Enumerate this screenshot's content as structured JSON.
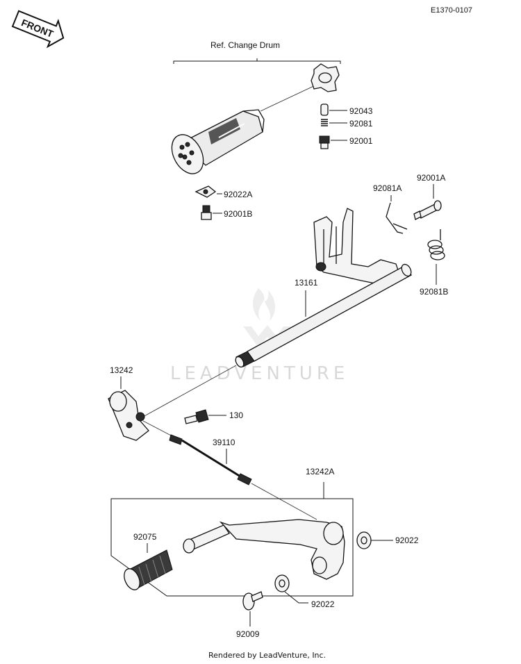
{
  "figure_code": "E1370-0107",
  "front_label": "FRONT",
  "ref_label": "Ref.  Change Drum",
  "watermark": "LEADVENTURE",
  "footer": "Rendered by LeadVenture, Inc.",
  "parts": {
    "p92043": "92043",
    "p92081": "92081",
    "p92001": "92001",
    "p92022A": "92022A",
    "p92001B": "92001B",
    "p92081A": "92081A",
    "p92001A": "92001A",
    "p92081B": "92081B",
    "p13161": "13161",
    "p13242": "13242",
    "p130": "130",
    "p39110": "39110",
    "p13242A": "13242A",
    "p92075": "92075",
    "p92022_upper": "92022",
    "p92022_lower": "92022",
    "p92009": "92009"
  }
}
